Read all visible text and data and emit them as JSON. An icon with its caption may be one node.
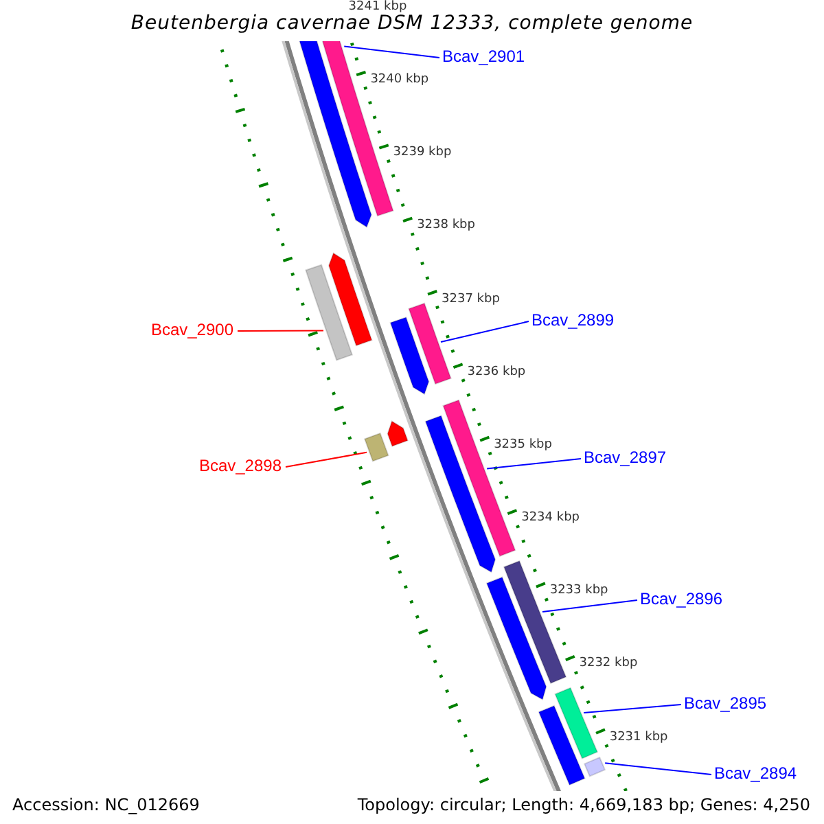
{
  "diagram": {
    "title": "Beutenbergia cavernae DSM 12333, complete genome",
    "nodes": [
      {
        "text": [
          "Bcav_2901"
        ]
      },
      {
        "text": [],
        "shape": "box"
      },
      {
        "text": [],
        "shape": "pentagon"
      },
      {
        "text": [
          "Bcav_2900"
        ]
      },
      {
        "text": [],
        "shape": "box"
      },
      {
        "text": [],
        "shape": "pentagon"
      },
      {
        "text": [
          "Bcav_2899"
        ]
      },
      {
        "text": [],
        "shape": "box"
      },
      {
        "text": [],
        "shape": "pentagon"
      },
      {
        "text": [
          "Bcav_2898"
        ]
      },
      {
        "text": [],
        "shape": "box"
      },
      {
        "text": [],
        "shape": "pentagon"
      },
      {
        "text": [
          "Bcav_2897"
        ]
      },
      {
        "text": [],
        "shape": "box"
      },
      {
        "text": [],
        "shape": "pentagon"
      },
      {
        "text": [
          "Bcav_2896"
        ]
      },
      {
        "text": [],
        "shape": "box"
      },
      {
        "text": [],
        "shape": "pentagon"
      },
      {
        "text": [
          "Bcav_2895"
        ]
      },
      {
        "text": [],
        "shape": "box"
      },
      {
        "text": [],
        "shape": "box"
      },
      {
        "text": [
          "Bcav_2894"
        ]
      },
      {
        "text": [],
        "shape": "box"
      }
    ],
    "edges": [
      {
        "from": 0,
        "to": 1,
        "arrow": "none"
      },
      {
        "from": 3,
        "to": 4,
        "arrow": "none",
        "color": "#ff0000"
      },
      {
        "from": 6,
        "to": 7,
        "arrow": "none"
      },
      {
        "from": 9,
        "to": 10,
        "arrow": "none",
        "color": "#ff0000"
      },
      {
        "from": 12,
        "to": 13,
        "arrow": "none"
      },
      {
        "from": 15,
        "to": 16,
        "arrow": "none"
      },
      {
        "from": 18,
        "to": 19,
        "arrow": "none"
      },
      {
        "from": 21,
        "to": 22,
        "arrow": "none"
      }
    ],
    "labels": [
      "3241 kbp",
      "3240 kbp",
      "3239 kbp",
      "3238 kbp",
      "3237 kbp",
      "3236 kbp",
      "3235 kbp",
      "3234 kbp",
      "3233 kbp",
      "3232 kbp",
      "3231 kbp",
      "Accession: NC_012669",
      "Topology: circular; Length: 4,669,183 bp; Genes: 4,250"
    ]
  }
}
